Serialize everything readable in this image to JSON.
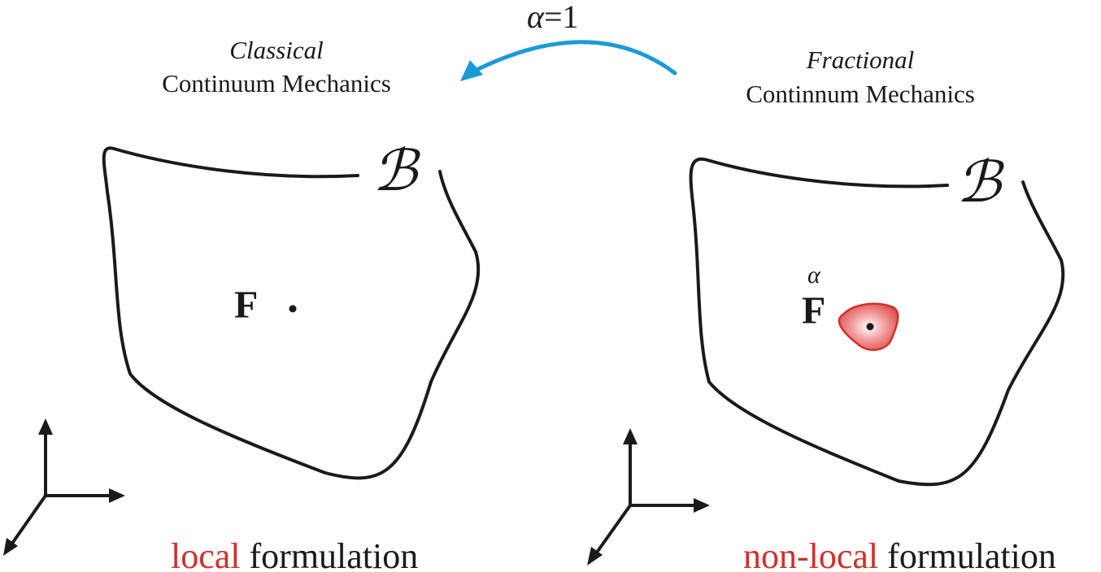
{
  "top_label": {
    "alpha_symbol": "α",
    "equals": "=1"
  },
  "left_panel": {
    "title_italic": "Classical",
    "title": "Continuum Mechanics",
    "body_symbol": "ℬ",
    "field_symbol": "F",
    "caption_highlight": "local",
    "caption_rest": " formulation"
  },
  "right_panel": {
    "title_italic": "Fractional",
    "title": "Continnum Mechanics",
    "body_symbol": "ℬ",
    "field_symbol": "F",
    "field_superscript": "α",
    "caption_highlight": "non-local",
    "caption_rest": " formulation"
  },
  "colors": {
    "arrow_blue": "#1a9ad6",
    "highlight_red": "#d0302a",
    "ink": "#1a1a1a",
    "neighborhood_fill": "#e86a6a"
  }
}
